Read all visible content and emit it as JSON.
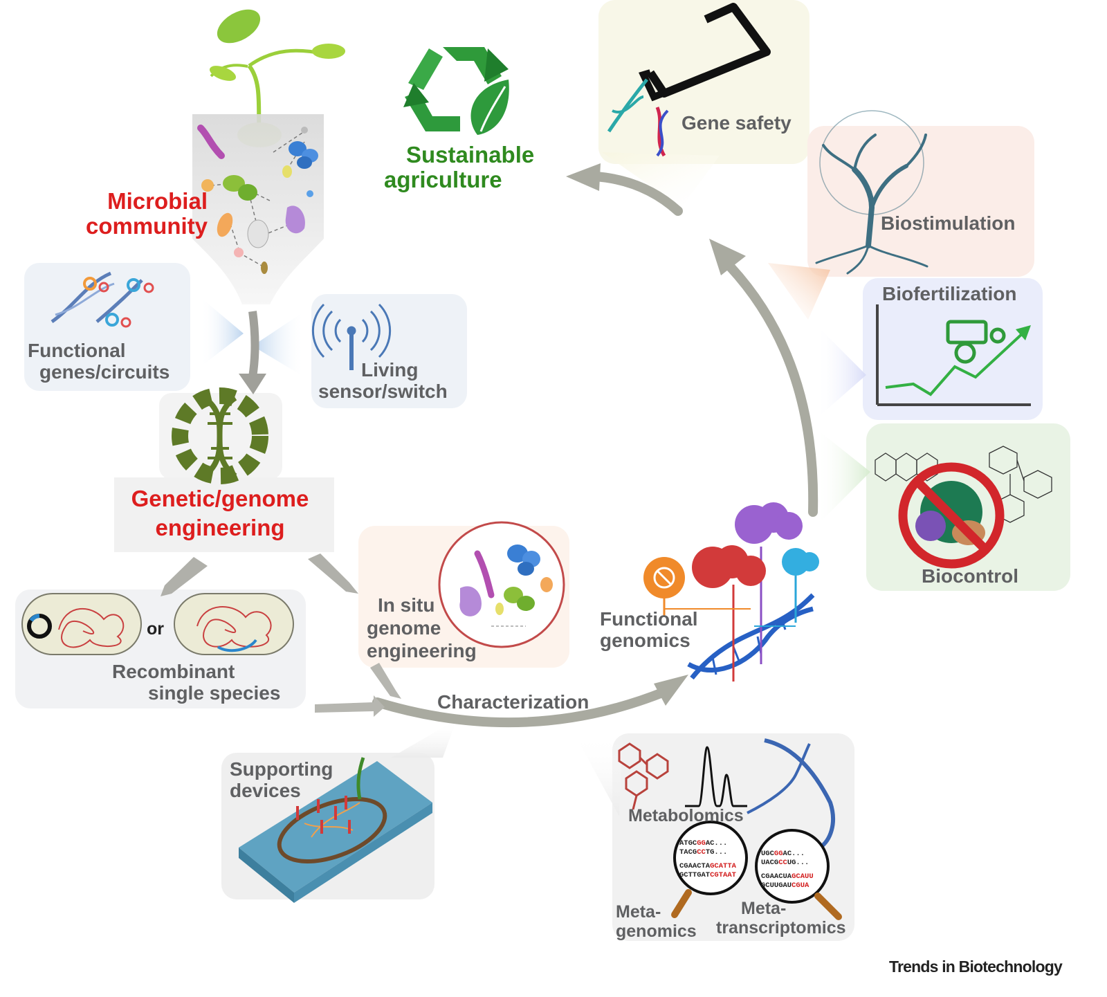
{
  "labels": {
    "sustainable_agriculture": [
      "Sustainable",
      "agriculture"
    ],
    "gene_safety": "Gene safety",
    "biostimulation": "Biostimulation",
    "biofertilization": "Biofertilization",
    "biocontrol": "Biocontrol",
    "microbial_community": [
      "Microbial",
      "community"
    ],
    "functional_genes": [
      "Functional",
      "genes/circuits"
    ],
    "living_sensor": [
      "Living",
      "sensor/switch"
    ],
    "genetic_engineering": [
      "Genetic/genome",
      "engineering"
    ],
    "or": "or",
    "recombinant": [
      "Recombinant",
      "single species"
    ],
    "in_situ": [
      "In situ",
      "genome",
      "engineering"
    ],
    "characterization": "Characterization",
    "functional_genomics": [
      "Functional",
      "genomics"
    ],
    "supporting_devices": [
      "Supporting",
      "devices"
    ],
    "metabolomics": "Metabolomics",
    "metagenomics": [
      "Meta-",
      "genomics"
    ],
    "metatranscriptomics": [
      "Meta-",
      "transcriptomics"
    ]
  },
  "sequences": {
    "dna": [
      [
        {
          "t": "ATGC"
        },
        {
          "t": "GG",
          "r": true
        },
        {
          "t": "AC..."
        }
      ],
      [
        {
          "t": "TACG"
        },
        {
          "t": "CC",
          "r": true
        },
        {
          "t": "TG..."
        }
      ],
      [
        {
          "t": "CGAACTA"
        },
        {
          "t": "GCATTA",
          "r": true
        }
      ],
      [
        {
          "t": "GCTTGAT"
        },
        {
          "t": "CGTAAT",
          "r": true
        }
      ]
    ],
    "rna": [
      [
        {
          "t": "UGC"
        },
        {
          "t": "GG",
          "r": true
        },
        {
          "t": "AC..."
        }
      ],
      [
        {
          "t": "UACG"
        },
        {
          "t": "CC",
          "r": true
        },
        {
          "t": "UG..."
        }
      ],
      [
        {
          "t": "CGAACUA"
        },
        {
          "t": "GCAUU",
          "r": true
        }
      ],
      [
        {
          "t": "GCUUGAU"
        },
        {
          "t": "CGUA",
          "r": true
        }
      ]
    ]
  },
  "credit": "Trends in Biotechnology",
  "colors": {
    "label_grey": "#5f6062",
    "label_red": "#dd1e1e",
    "label_green": "#2f8a1f",
    "arrow_grey": "#a9aaa0",
    "dna_blue": "#1f5fc0"
  }
}
